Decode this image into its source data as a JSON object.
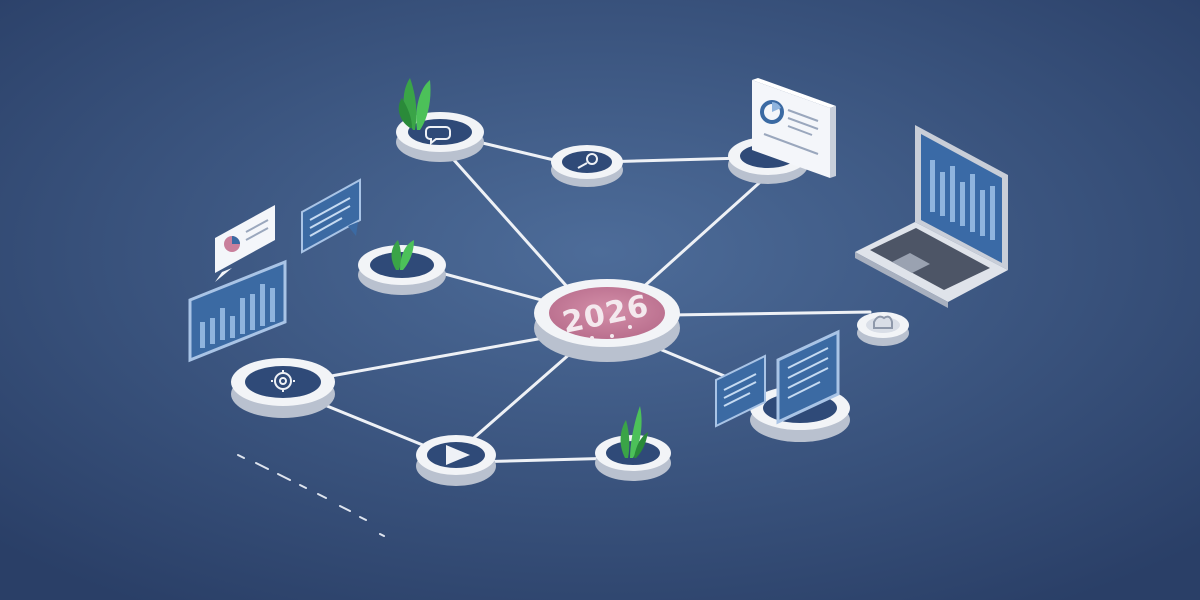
{
  "colors": {
    "background_center": "#4a6a98",
    "background_edge": "#2b4069",
    "platform_top": "#f2f4f7",
    "platform_side": "#b9c1cf",
    "platform_inner": "#2f4a78",
    "center_inner": "#c97f9c",
    "connector": "#eef1f6",
    "leaf": "#39b34a",
    "leaf_dark": "#1f7f34",
    "panel_blue": "#3b6aa3",
    "panel_border": "#a9c4e6",
    "bar": "#8fb4de",
    "white_card": "#f4f6fa",
    "laptop_body": "#c9ced8",
    "laptop_screen": "#3a6aa6"
  },
  "center_node": {
    "label": "2026"
  },
  "nodes": [
    {
      "id": "top-left",
      "icon": "chat-bubble-icon",
      "plant": true
    },
    {
      "id": "top-mid",
      "icon": "search-icon",
      "plant": false
    },
    {
      "id": "top-right",
      "icon": "report-card-icon",
      "plant": false
    },
    {
      "id": "mid-left",
      "icon": "",
      "plant": true
    },
    {
      "id": "left",
      "icon": "settings-gear-icon",
      "plant": false
    },
    {
      "id": "bottom-play",
      "icon": "play-icon",
      "plant": false
    },
    {
      "id": "bottom-plant",
      "icon": "",
      "plant": true
    },
    {
      "id": "right-small",
      "icon": "hand-icon",
      "plant": false
    },
    {
      "id": "right-docs",
      "icon": "document-icon",
      "plant": false
    }
  ]
}
